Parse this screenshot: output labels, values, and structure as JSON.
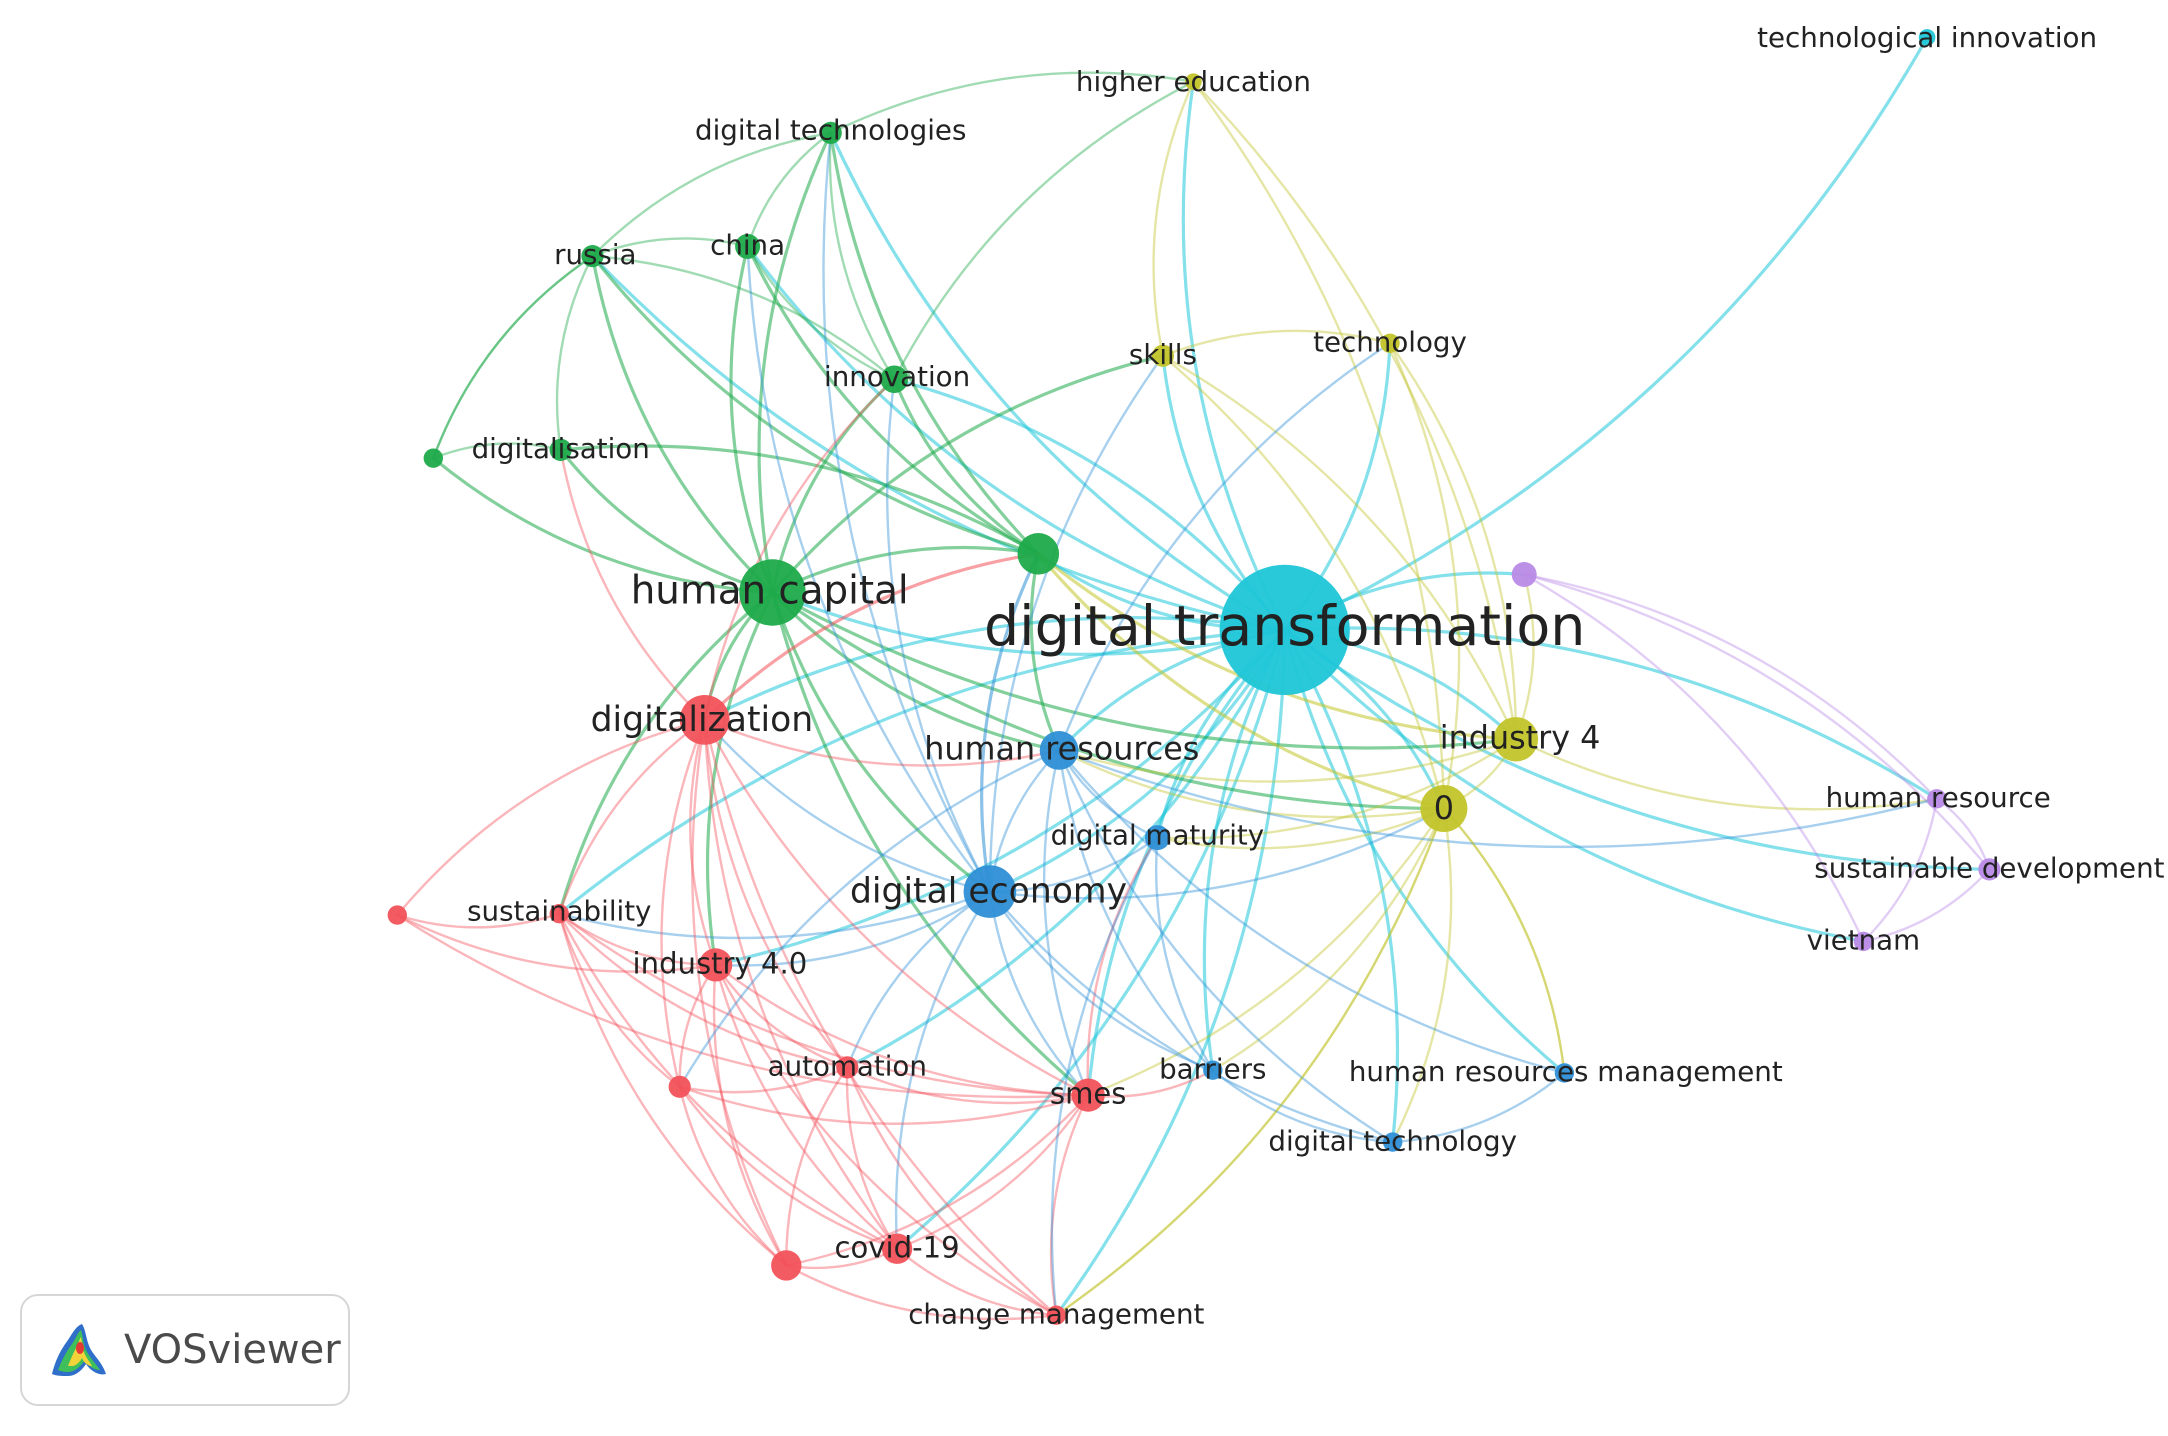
{
  "branding": {
    "name": "VOSviewer",
    "icon": "vosviewer-logo-icon"
  },
  "cluster_colors": {
    "green": "#1eaa4a",
    "red": "#f2525a",
    "blue": "#2e8fd6",
    "yellow": "#c2c42a",
    "cyan": "#1fc6d8",
    "purple": "#b98ae6"
  },
  "nodes": [
    {
      "id": "technological-innovation",
      "label": "technological innovation",
      "cluster": "cyan"
    },
    {
      "id": "higher-education",
      "label": "higher education",
      "cluster": "yellow"
    },
    {
      "id": "digital-technologies",
      "label": "digital technologies",
      "cluster": "green"
    },
    {
      "id": "russia",
      "label": "russia",
      "cluster": "green"
    },
    {
      "id": "china",
      "label": "china",
      "cluster": "green"
    },
    {
      "id": "skills",
      "label": "skills",
      "cluster": "yellow"
    },
    {
      "id": "technology",
      "label": "technology",
      "cluster": "yellow"
    },
    {
      "id": "innovation",
      "label": "innovation",
      "cluster": "green"
    },
    {
      "id": "digitalisation-hub",
      "label": "",
      "cluster": "green"
    },
    {
      "id": "digitalisation",
      "label": "digitalisation",
      "cluster": "green"
    },
    {
      "id": "green-hub",
      "label": "",
      "cluster": "green"
    },
    {
      "id": "human-capital",
      "label": "human capital",
      "cluster": "green"
    },
    {
      "id": "digital-transformation",
      "label": "digital transformation",
      "cluster": "cyan"
    },
    {
      "id": "purple-hub",
      "label": "",
      "cluster": "purple"
    },
    {
      "id": "digitalization",
      "label": "digitalization",
      "cluster": "red"
    },
    {
      "id": "human-resources",
      "label": "human resources",
      "cluster": "blue"
    },
    {
      "id": "industry-4",
      "label": "industry 4",
      "cluster": "yellow"
    },
    {
      "id": "zero",
      "label": "0",
      "cluster": "yellow"
    },
    {
      "id": "human-resource",
      "label": "human resource",
      "cluster": "purple"
    },
    {
      "id": "digital-maturity",
      "label": "digital maturity",
      "cluster": "blue"
    },
    {
      "id": "sustainable-development",
      "label": "sustainable development",
      "cluster": "purple"
    },
    {
      "id": "digital-economy",
      "label": "digital economy",
      "cluster": "blue"
    },
    {
      "id": "red-hub-left",
      "label": "",
      "cluster": "red"
    },
    {
      "id": "sustainability",
      "label": "sustainability",
      "cluster": "red"
    },
    {
      "id": "vietnam",
      "label": "vietnam",
      "cluster": "purple"
    },
    {
      "id": "industry-4-0",
      "label": "industry 4.0",
      "cluster": "red"
    },
    {
      "id": "automation",
      "label": "automation",
      "cluster": "red"
    },
    {
      "id": "barriers",
      "label": "barriers",
      "cluster": "blue"
    },
    {
      "id": "human-resources-management",
      "label": "human resources management",
      "cluster": "blue"
    },
    {
      "id": "red-hub-low",
      "label": "",
      "cluster": "red"
    },
    {
      "id": "smes",
      "label": "smes",
      "cluster": "red"
    },
    {
      "id": "digital-technology",
      "label": "digital technology",
      "cluster": "blue"
    },
    {
      "id": "covid-19",
      "label": "covid-19",
      "cluster": "red"
    },
    {
      "id": "red-hub-bottom",
      "label": "",
      "cluster": "red"
    },
    {
      "id": "change-management",
      "label": "change management",
      "cluster": "red"
    }
  ],
  "edges": [
    [
      "digital-transformation",
      "technological-innovation"
    ],
    [
      "digital-transformation",
      "human-capital"
    ],
    [
      "digital-transformation",
      "green-hub"
    ],
    [
      "digital-transformation",
      "digitalization"
    ],
    [
      "digital-transformation",
      "human-resources"
    ],
    [
      "digital-transformation",
      "industry-4"
    ],
    [
      "digital-transformation",
      "zero"
    ],
    [
      "digital-transformation",
      "skills"
    ],
    [
      "digital-transformation",
      "technology"
    ],
    [
      "digital-transformation",
      "higher-education"
    ],
    [
      "digital-transformation",
      "innovation"
    ],
    [
      "digital-transformation",
      "digital-technologies"
    ],
    [
      "digital-transformation",
      "china"
    ],
    [
      "digital-transformation",
      "russia"
    ],
    [
      "digital-transformation",
      "digital-maturity"
    ],
    [
      "digital-transformation",
      "digital-economy"
    ],
    [
      "digital-transformation",
      "purple-hub"
    ],
    [
      "digital-transformation",
      "human-resource"
    ],
    [
      "digital-transformation",
      "sustainable-development"
    ],
    [
      "digital-transformation",
      "vietnam"
    ],
    [
      "digital-transformation",
      "barriers"
    ],
    [
      "digital-transformation",
      "human-resources-management"
    ],
    [
      "digital-transformation",
      "digital-technology"
    ],
    [
      "digital-transformation",
      "smes"
    ],
    [
      "digital-transformation",
      "industry-4-0"
    ],
    [
      "digital-transformation",
      "sustainability"
    ],
    [
      "digital-transformation",
      "automation"
    ],
    [
      "digital-transformation",
      "covid-19"
    ],
    [
      "digital-transformation",
      "change-management"
    ],
    [
      "human-capital",
      "green-hub"
    ],
    [
      "human-capital",
      "innovation"
    ],
    [
      "human-capital",
      "digital-technologies"
    ],
    [
      "human-capital",
      "china"
    ],
    [
      "human-capital",
      "russia"
    ],
    [
      "human-capital",
      "digitalisation"
    ],
    [
      "human-capital",
      "digitalisation-hub"
    ],
    [
      "human-capital",
      "digitalization"
    ],
    [
      "human-capital",
      "human-resources"
    ],
    [
      "human-capital",
      "digital-economy"
    ],
    [
      "human-capital",
      "skills"
    ],
    [
      "human-capital",
      "industry-4"
    ],
    [
      "human-capital",
      "zero"
    ],
    [
      "human-capital",
      "sustainability"
    ],
    [
      "human-capital",
      "industry-4-0"
    ],
    [
      "human-capital",
      "smes"
    ],
    [
      "green-hub",
      "innovation"
    ],
    [
      "green-hub",
      "digital-technologies"
    ],
    [
      "green-hub",
      "china"
    ],
    [
      "green-hub",
      "russia"
    ],
    [
      "green-hub",
      "digitalisation"
    ],
    [
      "green-hub",
      "digital-economy"
    ],
    [
      "green-hub",
      "human-resources"
    ],
    [
      "green-hub",
      "zero"
    ],
    [
      "green-hub",
      "industry-4"
    ],
    [
      "green-hub",
      "digitalization"
    ],
    [
      "russia",
      "china"
    ],
    [
      "russia",
      "digital-technologies"
    ],
    [
      "russia",
      "digitalisation"
    ],
    [
      "russia",
      "digitalisation-hub"
    ],
    [
      "russia",
      "innovation"
    ],
    [
      "china",
      "digital-technologies"
    ],
    [
      "china",
      "innovation"
    ],
    [
      "china",
      "digital-economy"
    ],
    [
      "digital-technologies",
      "innovation"
    ],
    [
      "digital-technologies",
      "digital-economy"
    ],
    [
      "digital-technologies",
      "higher-education"
    ],
    [
      "digitalisation-hub",
      "digitalisation"
    ],
    [
      "digitalisation-hub",
      "russia"
    ],
    [
      "digitalisation",
      "digitalization"
    ],
    [
      "innovation",
      "digital-economy"
    ],
    [
      "innovation",
      "digitalization"
    ],
    [
      "skills",
      "higher-education"
    ],
    [
      "skills",
      "technology"
    ],
    [
      "skills",
      "industry-4"
    ],
    [
      "skills",
      "zero"
    ],
    [
      "skills",
      "digital-economy"
    ],
    [
      "higher-education",
      "industry-4"
    ],
    [
      "higher-education",
      "zero"
    ],
    [
      "higher-education",
      "innovation"
    ],
    [
      "technology",
      "industry-4"
    ],
    [
      "technology",
      "zero"
    ],
    [
      "technology",
      "human-resources"
    ],
    [
      "industry-4",
      "zero"
    ],
    [
      "industry-4",
      "human-resources"
    ],
    [
      "industry-4",
      "digital-maturity"
    ],
    [
      "industry-4",
      "human-resource"
    ],
    [
      "zero",
      "human-resources"
    ],
    [
      "zero",
      "digital-maturity"
    ],
    [
      "zero",
      "digital-economy"
    ],
    [
      "zero",
      "human-resources-management"
    ],
    [
      "zero",
      "digital-technology"
    ],
    [
      "zero",
      "barriers"
    ],
    [
      "zero",
      "smes"
    ],
    [
      "zero",
      "change-management"
    ],
    [
      "purple-hub",
      "human-resource"
    ],
    [
      "purple-hub",
      "sustainable-development"
    ],
    [
      "purple-hub",
      "vietnam"
    ],
    [
      "purple-hub",
      "industry-4"
    ],
    [
      "human-resource",
      "sustainable-development"
    ],
    [
      "human-resource",
      "vietnam"
    ],
    [
      "sustainable-development",
      "vietnam"
    ],
    [
      "human-resources",
      "digital-economy"
    ],
    [
      "human-resources",
      "digital-maturity"
    ],
    [
      "human-resources",
      "barriers"
    ],
    [
      "human-resources",
      "human-resources-management"
    ],
    [
      "human-resources",
      "digital-technology"
    ],
    [
      "human-resources",
      "human-resource"
    ],
    [
      "digital-maturity",
      "digital-economy"
    ],
    [
      "digital-maturity",
      "barriers"
    ],
    [
      "digital-maturity",
      "smes"
    ],
    [
      "digital-economy",
      "digitalization"
    ],
    [
      "digital-economy",
      "barriers"
    ],
    [
      "digital-economy",
      "digital-technology"
    ],
    [
      "digital-economy",
      "smes"
    ],
    [
      "digital-economy",
      "industry-4-0"
    ],
    [
      "digital-economy",
      "automation"
    ],
    [
      "digital-economy",
      "covid-19"
    ],
    [
      "digital-economy",
      "sustainability"
    ],
    [
      "human-resources-management",
      "digital-technology"
    ],
    [
      "human-resources-management",
      "zero"
    ],
    [
      "digital-technology",
      "barriers"
    ],
    [
      "digitalization",
      "sustainability"
    ],
    [
      "digitalization",
      "red-hub-left"
    ],
    [
      "digitalization",
      "industry-4-0"
    ],
    [
      "digitalization",
      "automation"
    ],
    [
      "digitalization",
      "red-hub-low"
    ],
    [
      "digitalization",
      "smes"
    ],
    [
      "digitalization",
      "covid-19"
    ],
    [
      "digitalization",
      "red-hub-bottom"
    ],
    [
      "digitalization",
      "change-management"
    ],
    [
      "digitalization",
      "human-resources"
    ],
    [
      "red-hub-left",
      "sustainability"
    ],
    [
      "red-hub-left",
      "industry-4-0"
    ],
    [
      "red-hub-left",
      "smes"
    ],
    [
      "sustainability",
      "industry-4-0"
    ],
    [
      "sustainability",
      "automation"
    ],
    [
      "sustainability",
      "red-hub-low"
    ],
    [
      "sustainability",
      "smes"
    ],
    [
      "sustainability",
      "covid-19"
    ],
    [
      "sustainability",
      "red-hub-bottom"
    ],
    [
      "industry-4-0",
      "automation"
    ],
    [
      "industry-4-0",
      "smes"
    ],
    [
      "industry-4-0",
      "covid-19"
    ],
    [
      "industry-4-0",
      "red-hub-low"
    ],
    [
      "industry-4-0",
      "red-hub-bottom"
    ],
    [
      "industry-4-0",
      "change-management"
    ],
    [
      "automation",
      "smes"
    ],
    [
      "automation",
      "covid-19"
    ],
    [
      "automation",
      "red-hub-bottom"
    ],
    [
      "automation",
      "change-management"
    ],
    [
      "automation",
      "red-hub-low"
    ],
    [
      "red-hub-low",
      "smes"
    ],
    [
      "red-hub-low",
      "covid-19"
    ],
    [
      "red-hub-low",
      "red-hub-bottom"
    ],
    [
      "red-hub-low",
      "human-resources"
    ],
    [
      "smes",
      "covid-19"
    ],
    [
      "smes",
      "red-hub-bottom"
    ],
    [
      "smes",
      "change-management"
    ],
    [
      "smes",
      "human-resources"
    ],
    [
      "covid-19",
      "red-hub-bottom"
    ],
    [
      "covid-19",
      "change-management"
    ],
    [
      "red-hub-bottom",
      "change-management"
    ],
    [
      "change-management",
      "digital-maturity"
    ],
    [
      "change-management",
      "zero"
    ],
    [
      "barriers",
      "smes"
    ]
  ]
}
